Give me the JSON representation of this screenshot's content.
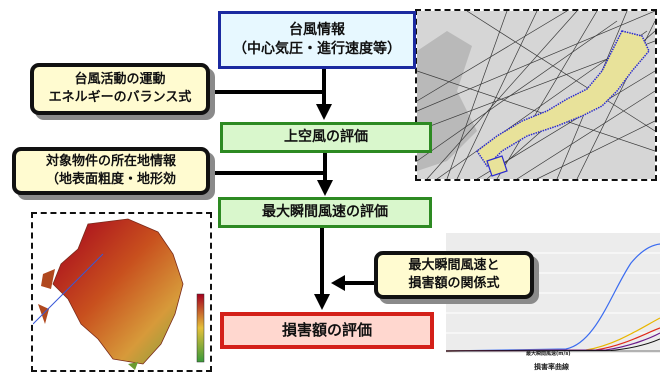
{
  "flow": {
    "typhoon_info": {
      "line1": "台風情報",
      "line2": "（中心気圧・進行速度等）"
    },
    "upper_wind": "上空風の評価",
    "max_gust": "最大瞬間風速の評価",
    "damage": "損害額の評価"
  },
  "inputs": {
    "energy_balance": {
      "line1": "台風活動の運動",
      "line2": "エネルギーのバランス式"
    },
    "property_location": {
      "line1": "対象物件の所在地情報",
      "line2": "（地表面粗度・地形効"
    },
    "gust_damage_relation": {
      "line1": "最大瞬間風速と",
      "line2": "損害額の関係式"
    }
  },
  "chart": {
    "xlabel": "最大瞬間風速(m/s)",
    "caption": "損害率曲線"
  },
  "colors": {
    "typhoon_box_fill": "#e7f8ff",
    "typhoon_box_border": "#1b2aa0",
    "eval_box_fill": "#d9f7cc",
    "eval_box_border": "#2d8a22",
    "damage_box_fill": "#ffd7cf",
    "damage_box_border": "#d42019",
    "input_box_fill": "#fffbd0"
  }
}
